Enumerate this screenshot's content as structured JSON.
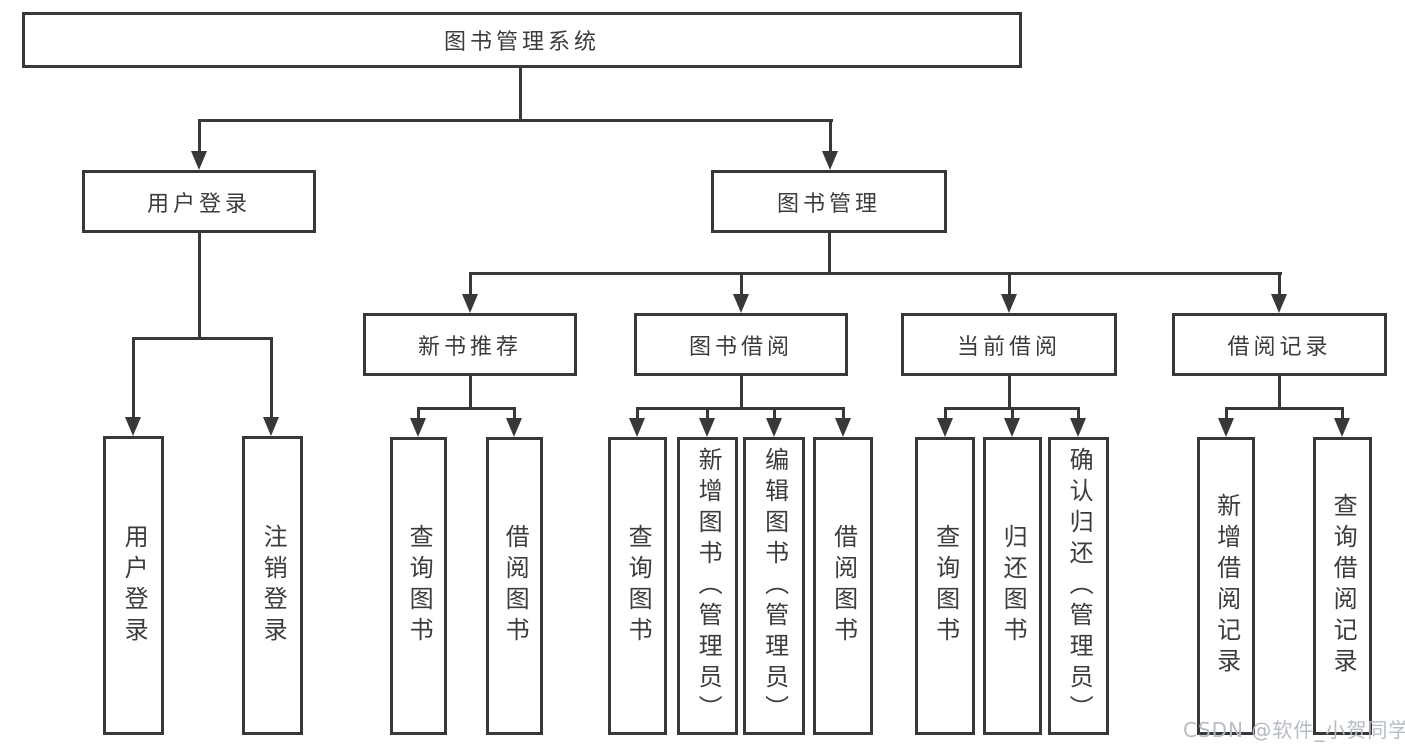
{
  "colors": {
    "line": "#383838",
    "text": "#3c3c3c",
    "background": "#ffffff",
    "watermark": "#b6bcc4"
  },
  "watermark": {
    "text": "CSDN @软件_小贺同学"
  },
  "tree": {
    "root": {
      "label": "图书管理系统"
    },
    "branches": [
      {
        "label": "用户登录",
        "children": [
          {
            "label": "用户登录"
          },
          {
            "label": "注销登录"
          }
        ]
      },
      {
        "label": "图书管理",
        "children": [
          {
            "label": "新书推荐",
            "children": [
              {
                "label": "查询图书"
              },
              {
                "label": "借阅图书"
              }
            ]
          },
          {
            "label": "图书借阅",
            "children": [
              {
                "label": "查询图书"
              },
              {
                "label": "新增图书（管理员）"
              },
              {
                "label": "编辑图书（管理员）"
              },
              {
                "label": "借阅图书"
              }
            ]
          },
          {
            "label": "当前借阅",
            "children": [
              {
                "label": "查询图书"
              },
              {
                "label": "归还图书"
              },
              {
                "label": "确认归还（管理员）"
              }
            ]
          },
          {
            "label": "借阅记录",
            "children": [
              {
                "label": "新增借阅记录"
              },
              {
                "label": "查询借阅记录"
              }
            ]
          }
        ]
      }
    ]
  }
}
